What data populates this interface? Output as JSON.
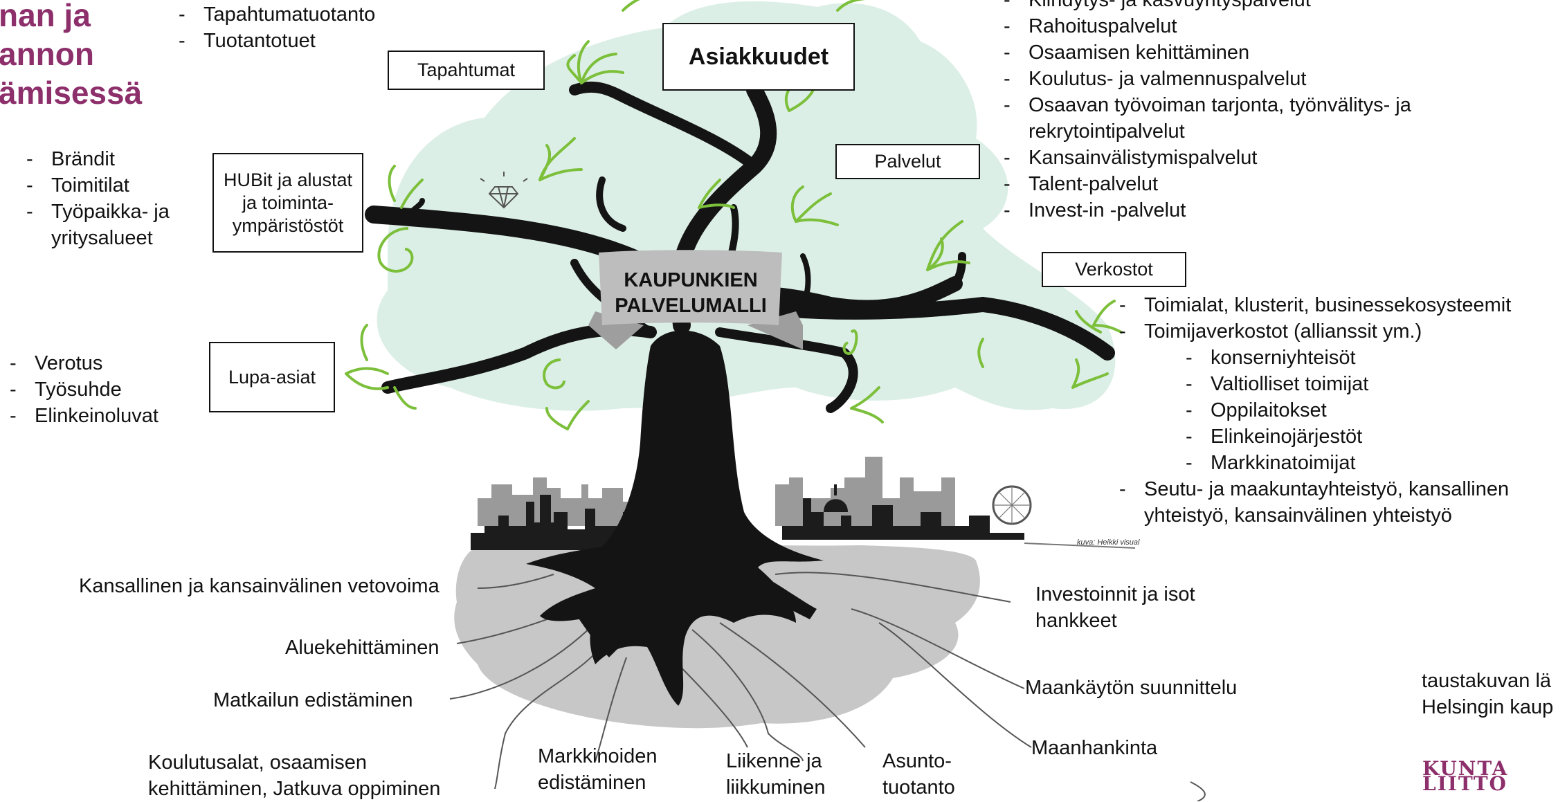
{
  "title_lines": [
    "nan ja",
    "annon",
    "ämisessä"
  ],
  "top_list": [
    "Tapahtumatuotanto",
    "Tuotantotuet"
  ],
  "left_list_1": [
    "Brändit",
    "Toimitilat",
    "Työpaikka- ja yritysalueet"
  ],
  "left_list_2": [
    "Verotus",
    "Työsuhde",
    "Elinkeinoluvat"
  ],
  "right_services": [
    "Kiihdytys- ja kasvuyrityspalvelut",
    "Rahoituspalvelut",
    "Osaamisen kehittäminen",
    "Koulutus- ja valmennuspalvelut",
    "Osaavan työvoiman tarjonta, työnvälitys- ja rekrytointipalvelut",
    "Kansainvälistymispalvelut",
    "Talent-palvelut",
    "Invest-in -palvelut"
  ],
  "right_networks": [
    "Toimialat, klusterit, businessekosysteemit",
    "Toimijaverkostot (allianssit ym.)"
  ],
  "right_networks_sub": [
    "konserniyhteisöt",
    "Valtiolliset toimijat",
    "Oppilaitokset",
    "Elinkeinojärjestöt",
    "Markkinatoimijat"
  ],
  "right_networks_last": "Seutu- ja maakuntayhteistyö, kansallinen yhteistyö, kansainvälinen yhteistyö",
  "boxes": {
    "asiakkuudet": "Asiakkuudet",
    "tapahtumat": "Tapahtumat",
    "hubit": "HUBit ja alustat ja toiminta-ympäristöstöt",
    "palvelut": "Palvelut",
    "verkostot": "Verkostot",
    "lupa": "Lupa-asiat"
  },
  "banner": "KAUPUNKIEN PALVELUMALLI",
  "roots": {
    "vetovoima": "Kansallinen ja kansainvälinen vetovoima",
    "aluekehittaminen": "Aluekehittäminen",
    "matkailu": "Matkailun edistäminen",
    "koulutus_1": "Koulutusalat, osaamisen",
    "koulutus_2": "kehittäminen, Jatkuva oppiminen",
    "markkinoiden_1": "Markkinoiden",
    "markkinoiden_2": "edistäminen",
    "liikenne_1": "Liikenne ja",
    "liikenne_2": "liikkuminen",
    "asunto_1": "Asunto-",
    "asunto_2": "tuotanto",
    "investoinnit_1": "Investoinnit ja isot",
    "investoinnit_2": "hankkeet",
    "maankaytto": "Maankäytön suunnittelu",
    "maanhankinta": "Maanhankinta"
  },
  "credit": "kuva: Heikki visual",
  "background_note_1": "taustakuvan lä",
  "background_note_2": "Helsingin kaup",
  "logo": [
    "KUNTA",
    "LIITTO"
  ],
  "colors": {
    "title": "#8c2f6b",
    "canopy": "#dcefe6",
    "leaf": "#7cbf3a",
    "tree": "#141414",
    "ground": "#c7c7c7",
    "banner": "#bdbdbd",
    "logo": "#8c2f6b"
  }
}
